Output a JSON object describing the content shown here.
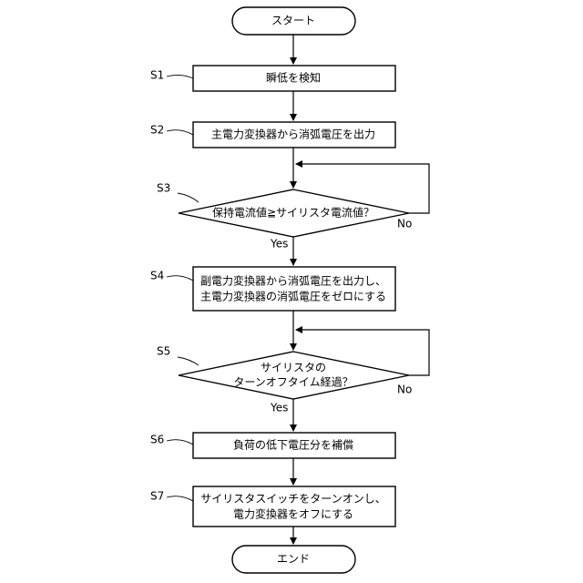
{
  "start": "スタート",
  "end": "エンド",
  "steps": {
    "s1": {
      "label": "S1",
      "text": "瞬低を検知"
    },
    "s2": {
      "label": "S2",
      "text": "主電力変換器から消弧電圧を出力"
    },
    "s3": {
      "label": "S3",
      "text": "保持電流値≧サイリスタ電流値？",
      "yes": "Yes",
      "no": "No"
    },
    "s4": {
      "label": "S4",
      "line1": "副電力変換器から消弧電圧を出力し、",
      "line2": "主電力変換器の消弧電圧をゼロにする"
    },
    "s5": {
      "label": "S5",
      "line1": "サイリスタの",
      "line2": "ターンオフタイム経過？",
      "yes": "Yes",
      "no": "No"
    },
    "s6": {
      "label": "S6",
      "text": "負荷の低下電圧分を補償"
    },
    "s7": {
      "label": "S7",
      "line1": "サイリスタスイッチをターンオンし、",
      "line2": "電力変換器をオフにする"
    }
  }
}
